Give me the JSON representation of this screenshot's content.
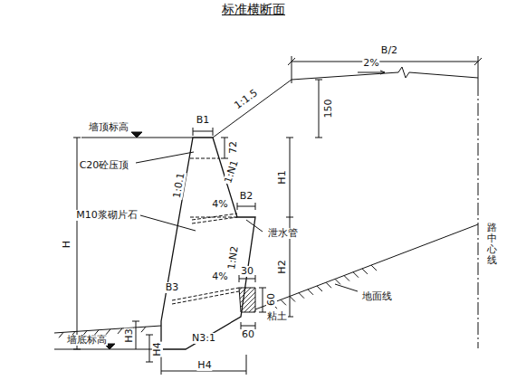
{
  "diagram": {
    "title": "标准横断面",
    "labels": [
      "B/2",
      "2%",
      "150",
      "1:1.5",
      "B1",
      "墙顶标高",
      "72",
      "C20砼压顶",
      "H1",
      "1:0.1",
      "4%",
      "B2",
      "M10浆砌片石",
      "泄水管",
      "1:N1",
      "1:N2",
      "H",
      "H2",
      "30",
      "60",
      "4%",
      "B3",
      "粘土",
      "60",
      "地面线",
      "墙底标高",
      "H3",
      "H4",
      "N3:1",
      "H4",
      "路中心线"
    ]
  }
}
